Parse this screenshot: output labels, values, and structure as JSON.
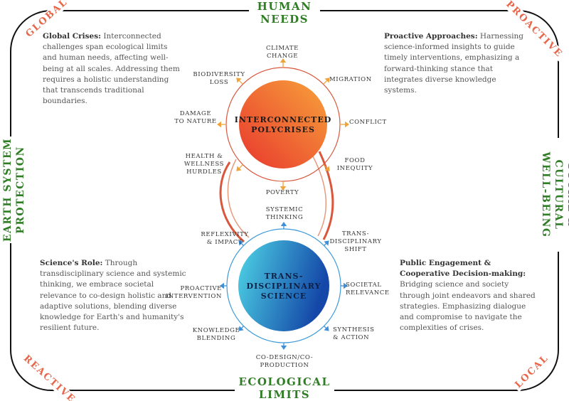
{
  "edges": {
    "top": [
      "HUMAN",
      "NEEDS"
    ],
    "bottom": [
      "ECOLOGICAL",
      "LIMITS"
    ],
    "left": [
      "EARTH SYSTEM",
      "PROTECTION"
    ],
    "right": [
      "SOCIAL & CULTURAL",
      "WELL-BEING"
    ]
  },
  "corners": {
    "top_left": "GLOBAL",
    "top_right": "PROACTIVE",
    "bottom_left": "REACTIVE",
    "bottom_right": "LOCAL"
  },
  "paragraphs": {
    "top_left": {
      "heading": "Global Crises:",
      "body": "Interconnected challenges span ecological limits and human needs, affecting well-being at all scales. Addressing them requires a holistic understanding that transcends traditional boundaries."
    },
    "top_right": {
      "heading": "Proactive Approaches:",
      "body": "Harnessing science-informed insights to guide timely interventions, emphasizing a forward-thinking stance that integrates diverse knowledge systems."
    },
    "bottom_left": {
      "heading": "Science's Role:",
      "body": "Through transdisciplinary science and systemic thinking, we embrace societal relevance to co-design holistic and adaptive solutions, blending diverse knowledge for Earth's and humanity's resilient future."
    },
    "bottom_right": {
      "heading": "Public Engagement & Cooperative Decision-making:",
      "body": "Bridging science and society through joint endeavors and shared strategies. Emphasizing dialogue and compromise to navigate the complexities of crises."
    }
  },
  "top_circle": {
    "title": [
      "INTERCONNECTED",
      "POLYCRISES"
    ],
    "colors": {
      "light": "#f7a23b",
      "dark": "#e8372d",
      "ring": "#d9573c",
      "arrow": "#f0a338"
    },
    "spokes": [
      {
        "lines": [
          "CLIMATE",
          "CHANGE"
        ]
      },
      {
        "lines": [
          "MIGRATION"
        ]
      },
      {
        "lines": [
          "CONFLICT"
        ]
      },
      {
        "lines": [
          "FOOD",
          "INEQUITY"
        ]
      },
      {
        "lines": [
          "POVERTY"
        ]
      },
      {
        "lines": [
          "HEALTH &",
          "WELLNESS",
          "HURDLES"
        ]
      },
      {
        "lines": [
          "DAMAGE",
          "TO NATURE"
        ]
      },
      {
        "lines": [
          "BIODIVERSITY",
          "LOSS"
        ]
      }
    ]
  },
  "bottom_circle": {
    "title": [
      "TRANS-",
      "DISCIPLINARY",
      "SCIENCE"
    ],
    "colors": {
      "light": "#4fd6e6",
      "dark": "#1447a8",
      "ring": "#3d9ad8",
      "arrow": "#3d8fd8"
    },
    "spokes": [
      {
        "lines": [
          "SYSTEMIC",
          "THINKING"
        ]
      },
      {
        "lines": [
          "TRANS-",
          "DISCIPLINARY",
          "SHIFT"
        ]
      },
      {
        "lines": [
          "SOCIETAL",
          "RELEVANCE"
        ]
      },
      {
        "lines": [
          "SYNTHESIS",
          "& ACTION"
        ]
      },
      {
        "lines": [
          "CO-DESIGN/CO-",
          "PRODUCTION"
        ]
      },
      {
        "lines": [
          "KNOWLEDGE",
          "BLENDING"
        ]
      },
      {
        "lines": [
          "PROACTIVE",
          "INTERVENTION"
        ]
      },
      {
        "lines": [
          "REFLEXIVITY",
          "& IMPACT"
        ]
      }
    ]
  }
}
